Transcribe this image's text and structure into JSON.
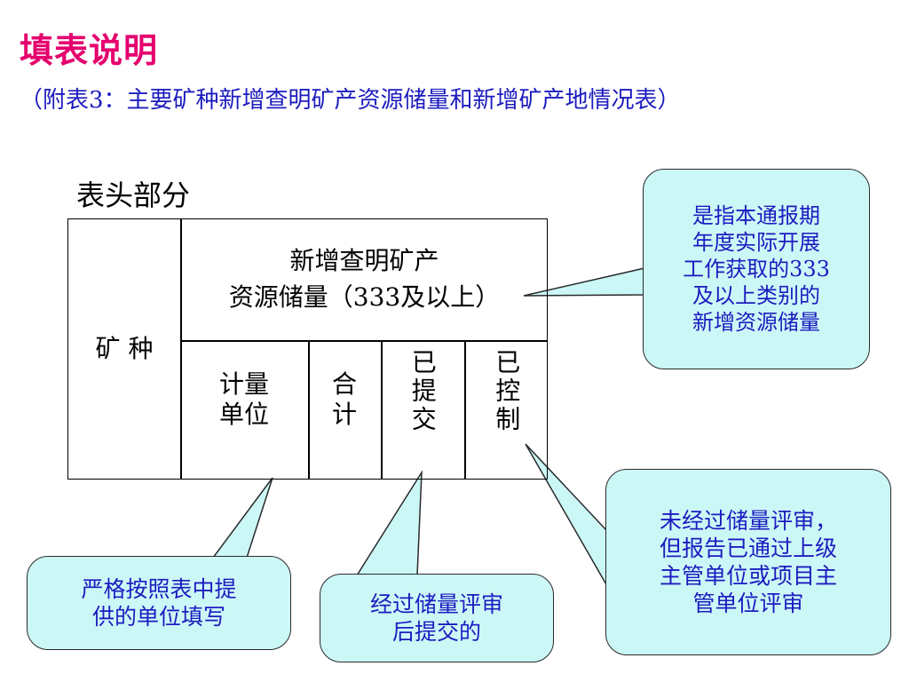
{
  "slide": {
    "title": "填表说明",
    "subtitle": "（附表3：主要矿种新增查明矿产资源储量和新增矿产地情况表）",
    "section_label": "表头部分"
  },
  "table": {
    "col_mineral": "矿 种",
    "header_main": "新增查明矿产\n资源储量（333及以上）",
    "sub_unit": "计量\n单位",
    "sub_total": "合\n计",
    "sub_submitted": "已提交",
    "sub_controlled": "已控制"
  },
  "callouts": {
    "top_right": "是指本通报期\n年度实际开展\n工作获取的333\n及以上类别的\n新增资源储量",
    "bottom_left": "严格按照表中提\n供的单位填写",
    "bottom_mid": "经过储量评审\n后提交的",
    "bottom_right": "未经过储量评审，\n但报告已通过上级\n主管单位或项目主\n管单位评审"
  },
  "colors": {
    "title": "#e4006e",
    "subtitle": "#1c1cbf",
    "callout_fill": "#ccf7f7",
    "callout_text": "#1c1cbf"
  }
}
